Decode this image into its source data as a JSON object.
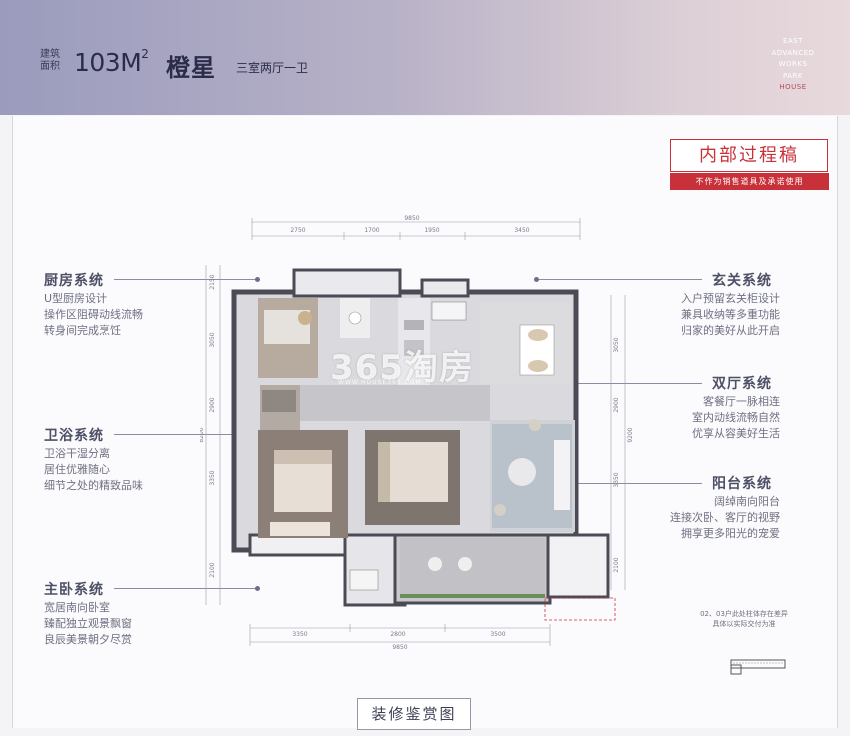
{
  "header": {
    "area_label": "建筑面积",
    "area_value": "103M",
    "area_unit_sup": "2",
    "unit_name": "橙星",
    "layout_type": "三室两厅一卫",
    "brand_lines": [
      "EAST",
      "ADVANCED",
      "WORKS",
      "PARK",
      "HOUSE"
    ]
  },
  "draft_stamp": {
    "title": "内部过程稿",
    "note": "不作为销售道具及承诺使用"
  },
  "systems_left": [
    {
      "title": "厨房系统",
      "lines": [
        "U型厨房设计",
        "操作区阻碍动线流畅",
        "转身间完成烹饪"
      ]
    },
    {
      "title": "卫浴系统",
      "lines": [
        "卫浴干湿分离",
        "居住优雅随心",
        "细节之处的精致品味"
      ]
    },
    {
      "title": "主卧系统",
      "lines": [
        "宽居南向卧室",
        "臻配独立观景飘窗",
        "良辰美景朝夕尽赏"
      ]
    }
  ],
  "systems_right": [
    {
      "title": "玄关系统",
      "lines": [
        "入户预留玄关柜设计",
        "兼具收纳等多重功能",
        "归家的美好从此开启"
      ]
    },
    {
      "title": "双厅系统",
      "lines": [
        "客餐厅一脉相连",
        "室内动线流畅自然",
        "优享从容美好生活"
      ]
    },
    {
      "title": "阳台系统",
      "lines": [
        "阔绰南向阳台",
        "连接次卧、客厅的视野",
        "拥享更多阳光的宠爱"
      ]
    }
  ],
  "dimensions": {
    "top_total": "9850",
    "top_segments": [
      "2750",
      "1700",
      "1950",
      "3450"
    ],
    "bottom_segments": [
      "3350",
      "2800",
      "3500"
    ],
    "bottom_total": "9850",
    "left_segments": [
      "2150",
      "3050",
      "2900",
      "3350",
      "2100"
    ],
    "left_total": "8200",
    "right_segments": [
      "3050",
      "2900",
      "3350",
      "2100"
    ],
    "right_total": "9200"
  },
  "watermark": {
    "text": "365淘房",
    "sub": "WWW.HOUSE365.COM"
  },
  "footnote": "02、03户此处柱体存在差异\n具体以实际交付为准",
  "caption": "装修鉴赏图",
  "colors": {
    "accent_red": "#c9313a",
    "header_start": "#9a9bbd",
    "header_end": "#e8d9dc"
  }
}
